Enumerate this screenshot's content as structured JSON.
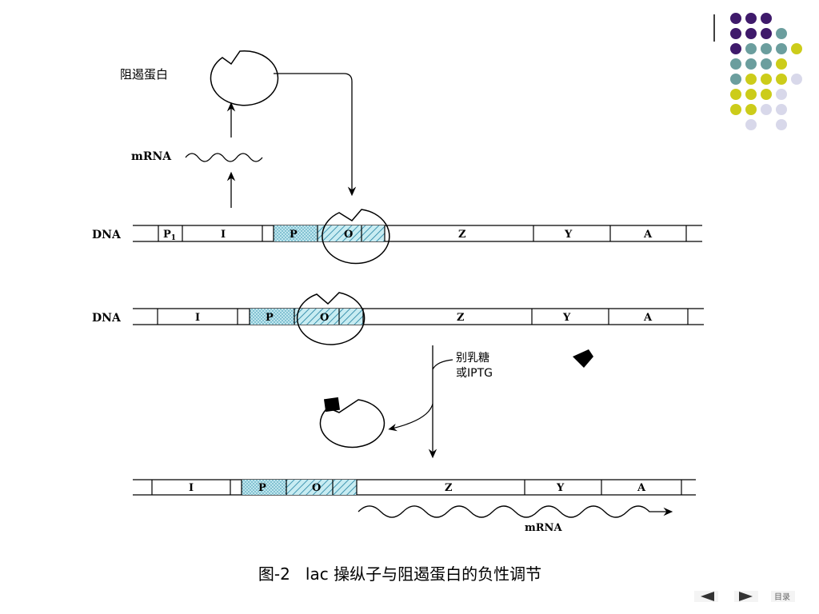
{
  "diagram": {
    "repressor_label": "阻遏蛋白",
    "mrna_label_top": "mRNA",
    "dna_label": "DNA",
    "genes_row1": {
      "p1": "P",
      "p1_sub": "1",
      "i": "I",
      "p": "P",
      "o": "O",
      "z": "Z",
      "y": "Y",
      "a": "A"
    },
    "genes_row2": {
      "i": "I",
      "p": "P",
      "o": "O",
      "z": "Z",
      "y": "Y",
      "a": "A"
    },
    "genes_row3": {
      "i": "I",
      "p": "P",
      "o": "O",
      "z": "Z",
      "y": "Y",
      "a": "A"
    },
    "inducer_label_line1": "别乳糖",
    "inducer_label_line2": "或IPTG",
    "mrna_label_bottom": "mRNA"
  },
  "caption": {
    "figure": "图-2",
    "text": "lac 操纵子与阻遏蛋白的负性调节"
  },
  "nav": {
    "prev_icon": "triangle-left-icon",
    "next_icon": "triangle-right-icon",
    "menu_label": "目录"
  },
  "decor": {
    "dot_colors": [
      "#3f1a6b",
      "#6b9e9e",
      "#cccc1a",
      "#d8d8ea"
    ]
  }
}
